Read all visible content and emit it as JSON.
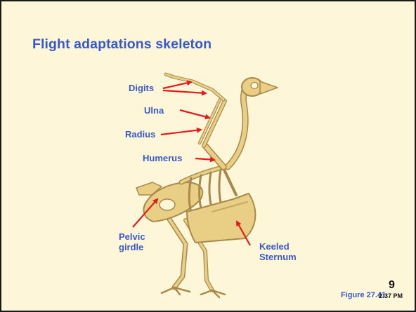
{
  "slide": {
    "title": "Flight adaptations skeleton",
    "labels": {
      "digits": "Digits",
      "ulna": "Ulna",
      "radius": "Radius",
      "humerus": "Humerus",
      "pelvic_line1": "Pelvic",
      "pelvic_line2": "girdle",
      "keeled_line1": "Keeled",
      "keeled_line2": "Sternum"
    },
    "figure_caption": "Figure 27.41",
    "page_number": "9",
    "timestamp": "2:37 PM"
  },
  "colors": {
    "background": "#fdf6d9",
    "title_text": "#3a59c8",
    "arrow": "#e21b1b",
    "bone": "#e8cf85",
    "bone_shadow": "#a9894a"
  }
}
